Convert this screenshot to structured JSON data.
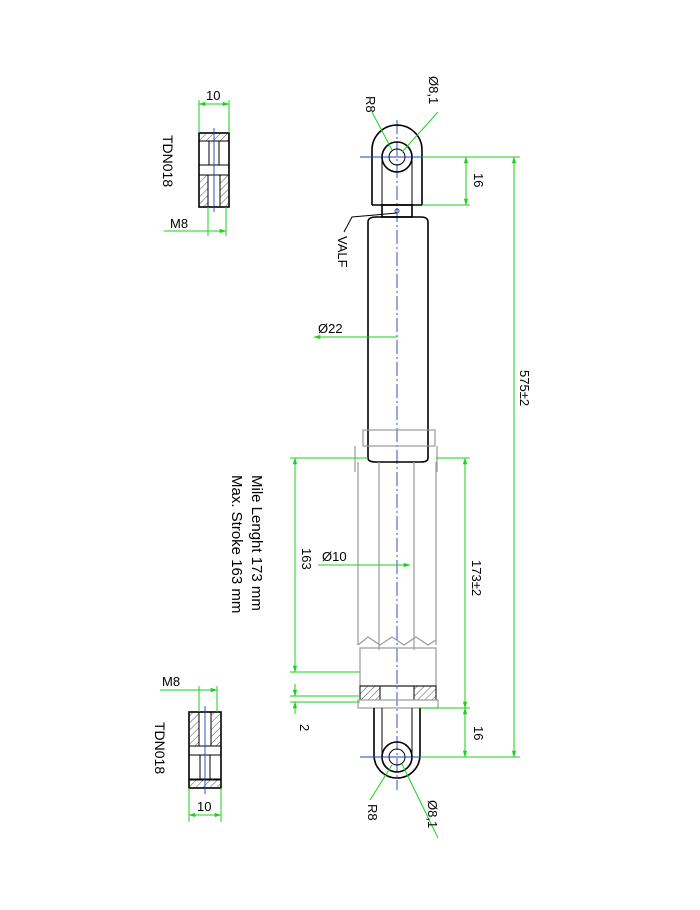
{
  "labels": {
    "d_eye_top": "Ø8,1",
    "r_eye_top": "R8",
    "d_eye_bot": "Ø8,1",
    "r_eye_bot": "R8",
    "dim_16_top": "16",
    "dim_16_bot": "16",
    "dim_total": "575±2",
    "valf": "VALF",
    "d_body": "Ø22",
    "d_rod": "Ø10",
    "dim_163": "163",
    "dim_1732": "173±2",
    "dim_2": "2",
    "note_line1": "Mile Lenght 173 mm",
    "note_line2": "Max. Stroke 163 mm",
    "part_top": "TDN018",
    "w_top": "10",
    "m8_top": "M8",
    "part_bot": "TDN018",
    "w_bot": "10",
    "m8_bot": "M8"
  },
  "colors": {
    "dimension": "#1bd21b",
    "centerline": "#1f3fbf",
    "outline": "#000000",
    "hidden": "#9a9a9a"
  }
}
